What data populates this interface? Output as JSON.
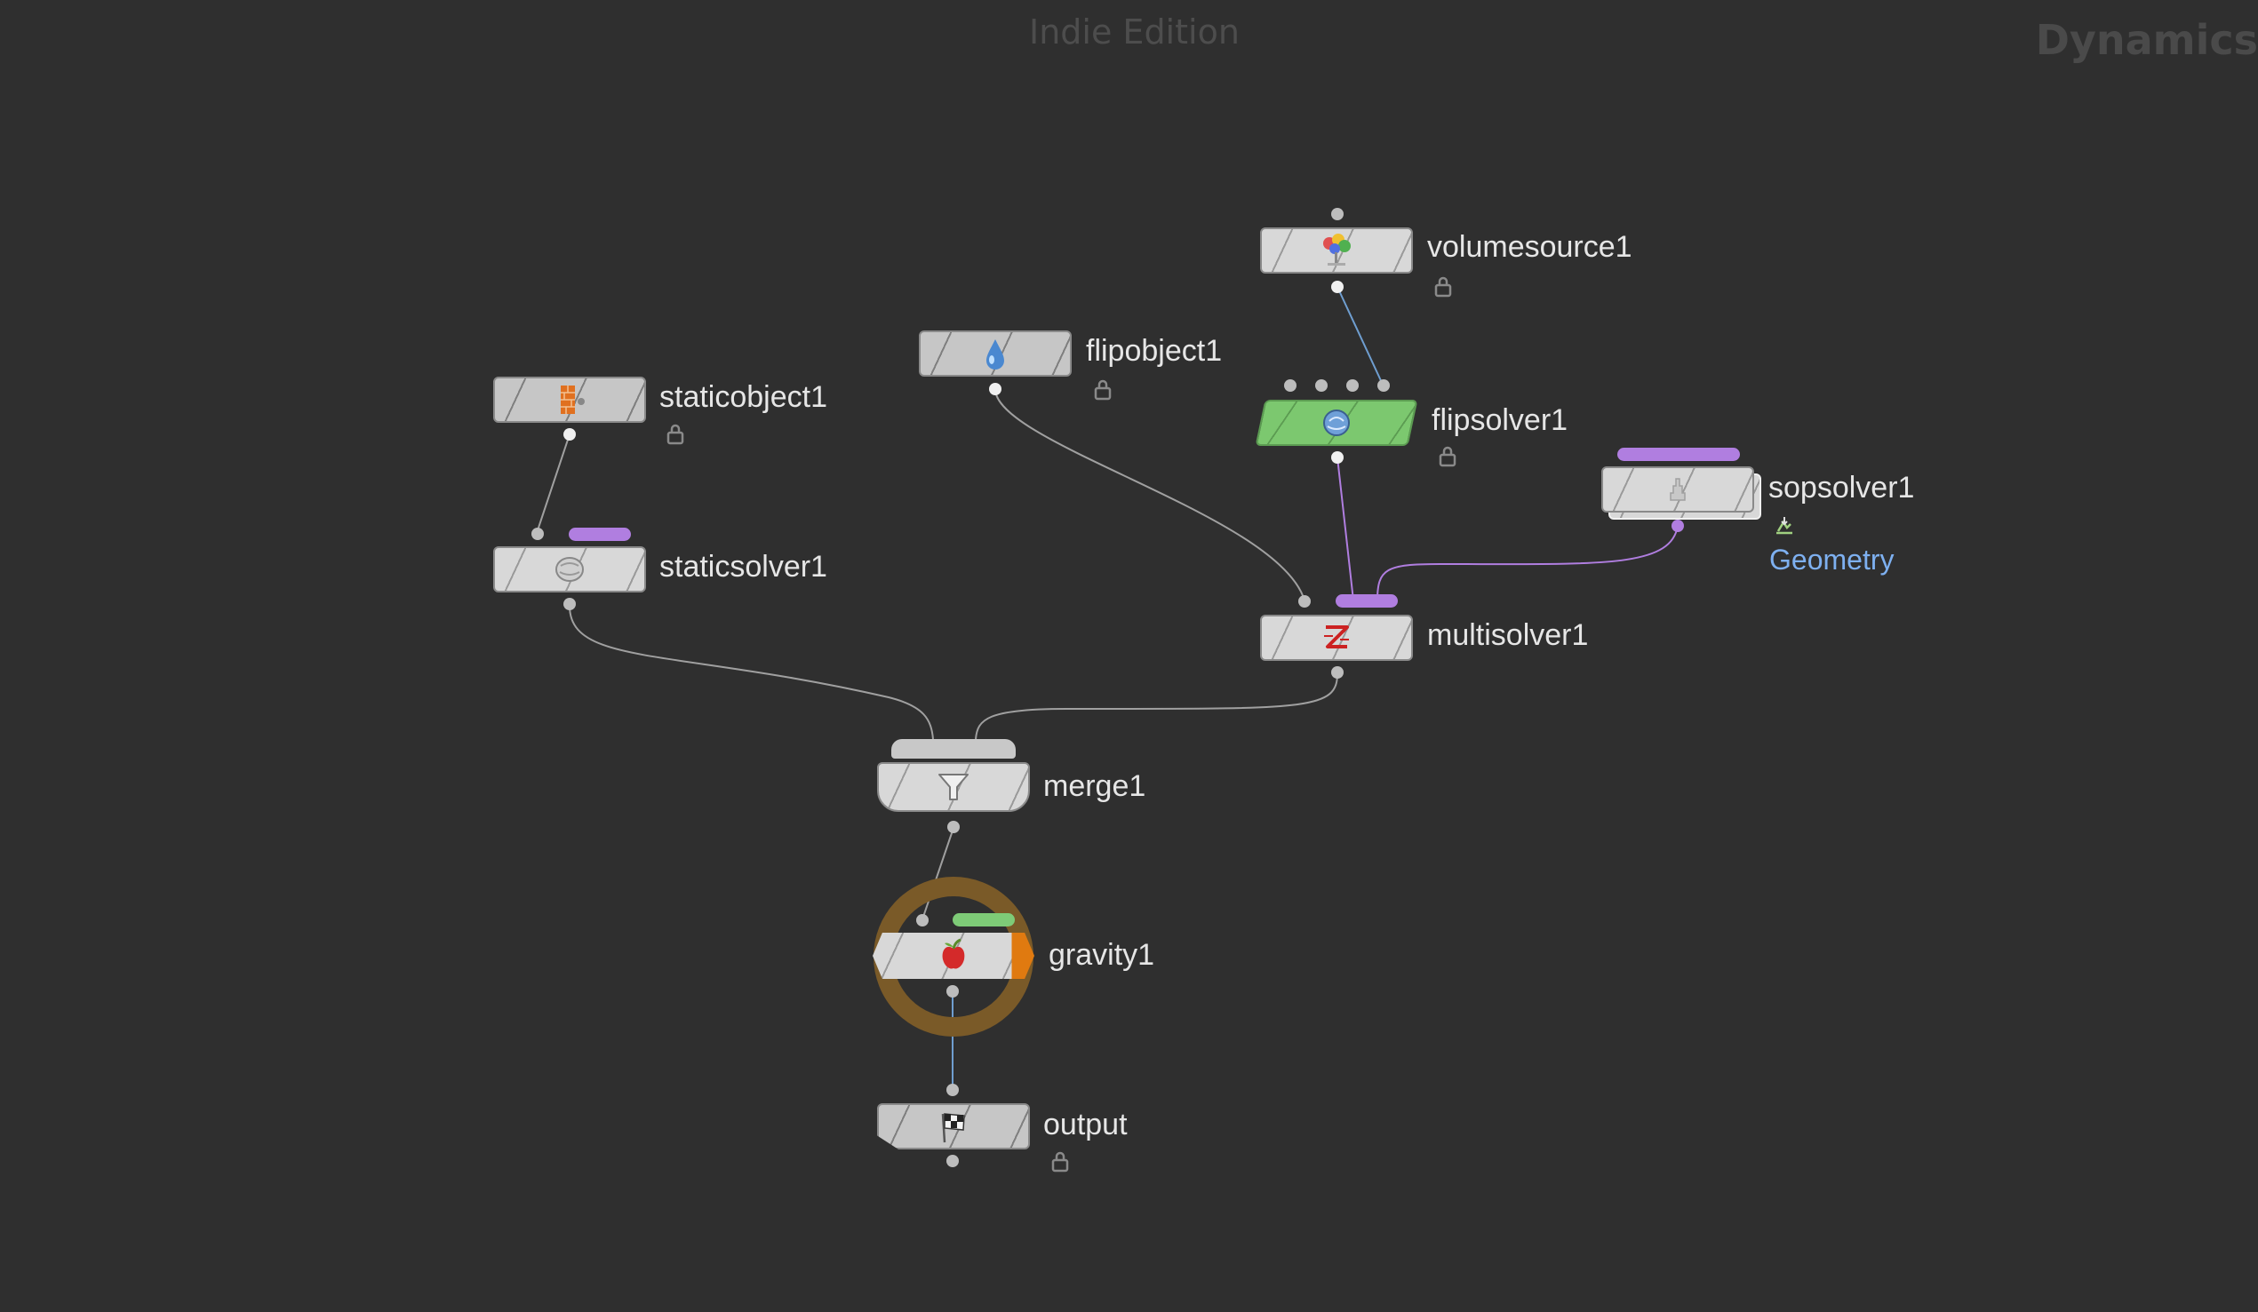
{
  "watermark": {
    "edition": "Indie Edition",
    "context": "Dynamics"
  },
  "nodes": {
    "volumesource": {
      "name": "volumesource1",
      "icon": "volume-source-icon"
    },
    "flipobject": {
      "name": "flipobject1",
      "icon": "water-drop-icon"
    },
    "flipsolver": {
      "name": "flipsolver1",
      "icon": "flip-solver-icon",
      "color": "#7cc86f"
    },
    "staticobject": {
      "name": "staticobject1",
      "icon": "brick-wall-icon"
    },
    "staticsolver": {
      "name": "staticsolver1",
      "icon": "static-solver-icon"
    },
    "sopsolver": {
      "name": "sopsolver1",
      "icon": "sop-solver-icon",
      "link": "Geometry"
    },
    "multisolver": {
      "name": "multisolver1",
      "icon": "multisolver-icon"
    },
    "merge": {
      "name": "merge1",
      "icon": "funnel-icon"
    },
    "gravity": {
      "name": "gravity1",
      "icon": "gravity-apple-icon"
    },
    "output": {
      "name": "output",
      "icon": "checkered-flag-icon"
    }
  },
  "colors": {
    "background": "#2f2f2f",
    "solver_input": "#b07ee0",
    "force_input": "#7ecb77",
    "flip_node": "#7cc86f",
    "display_ring": "#7a5a28",
    "link": "#7eb0f0"
  }
}
